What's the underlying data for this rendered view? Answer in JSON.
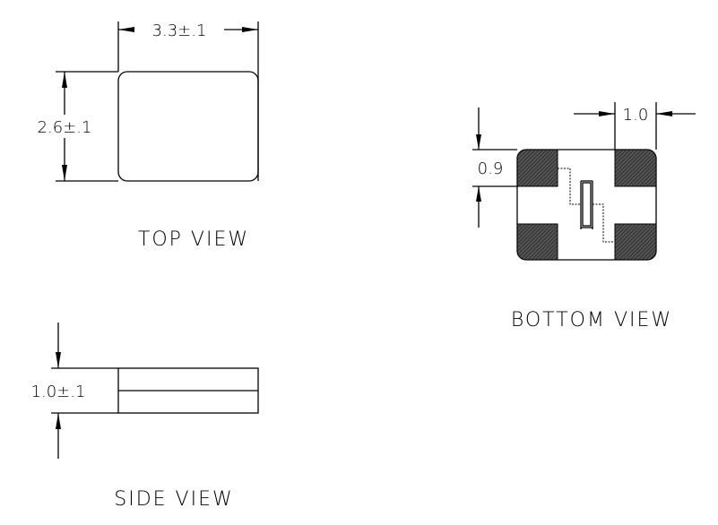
{
  "top_view": {
    "label": "TOP VIEW",
    "width_dim": "3.3±.1",
    "height_dim": "2.6±.1"
  },
  "bottom_view": {
    "label": "BOTTOM VIEW",
    "pad_height_dim": "0.9",
    "pad_width_dim": "1.0"
  },
  "side_view": {
    "label": "SIDE VIEW",
    "thickness_dim": "1.0±.1"
  },
  "colors": {
    "line": "#000000",
    "pad_fill": "#444444"
  }
}
